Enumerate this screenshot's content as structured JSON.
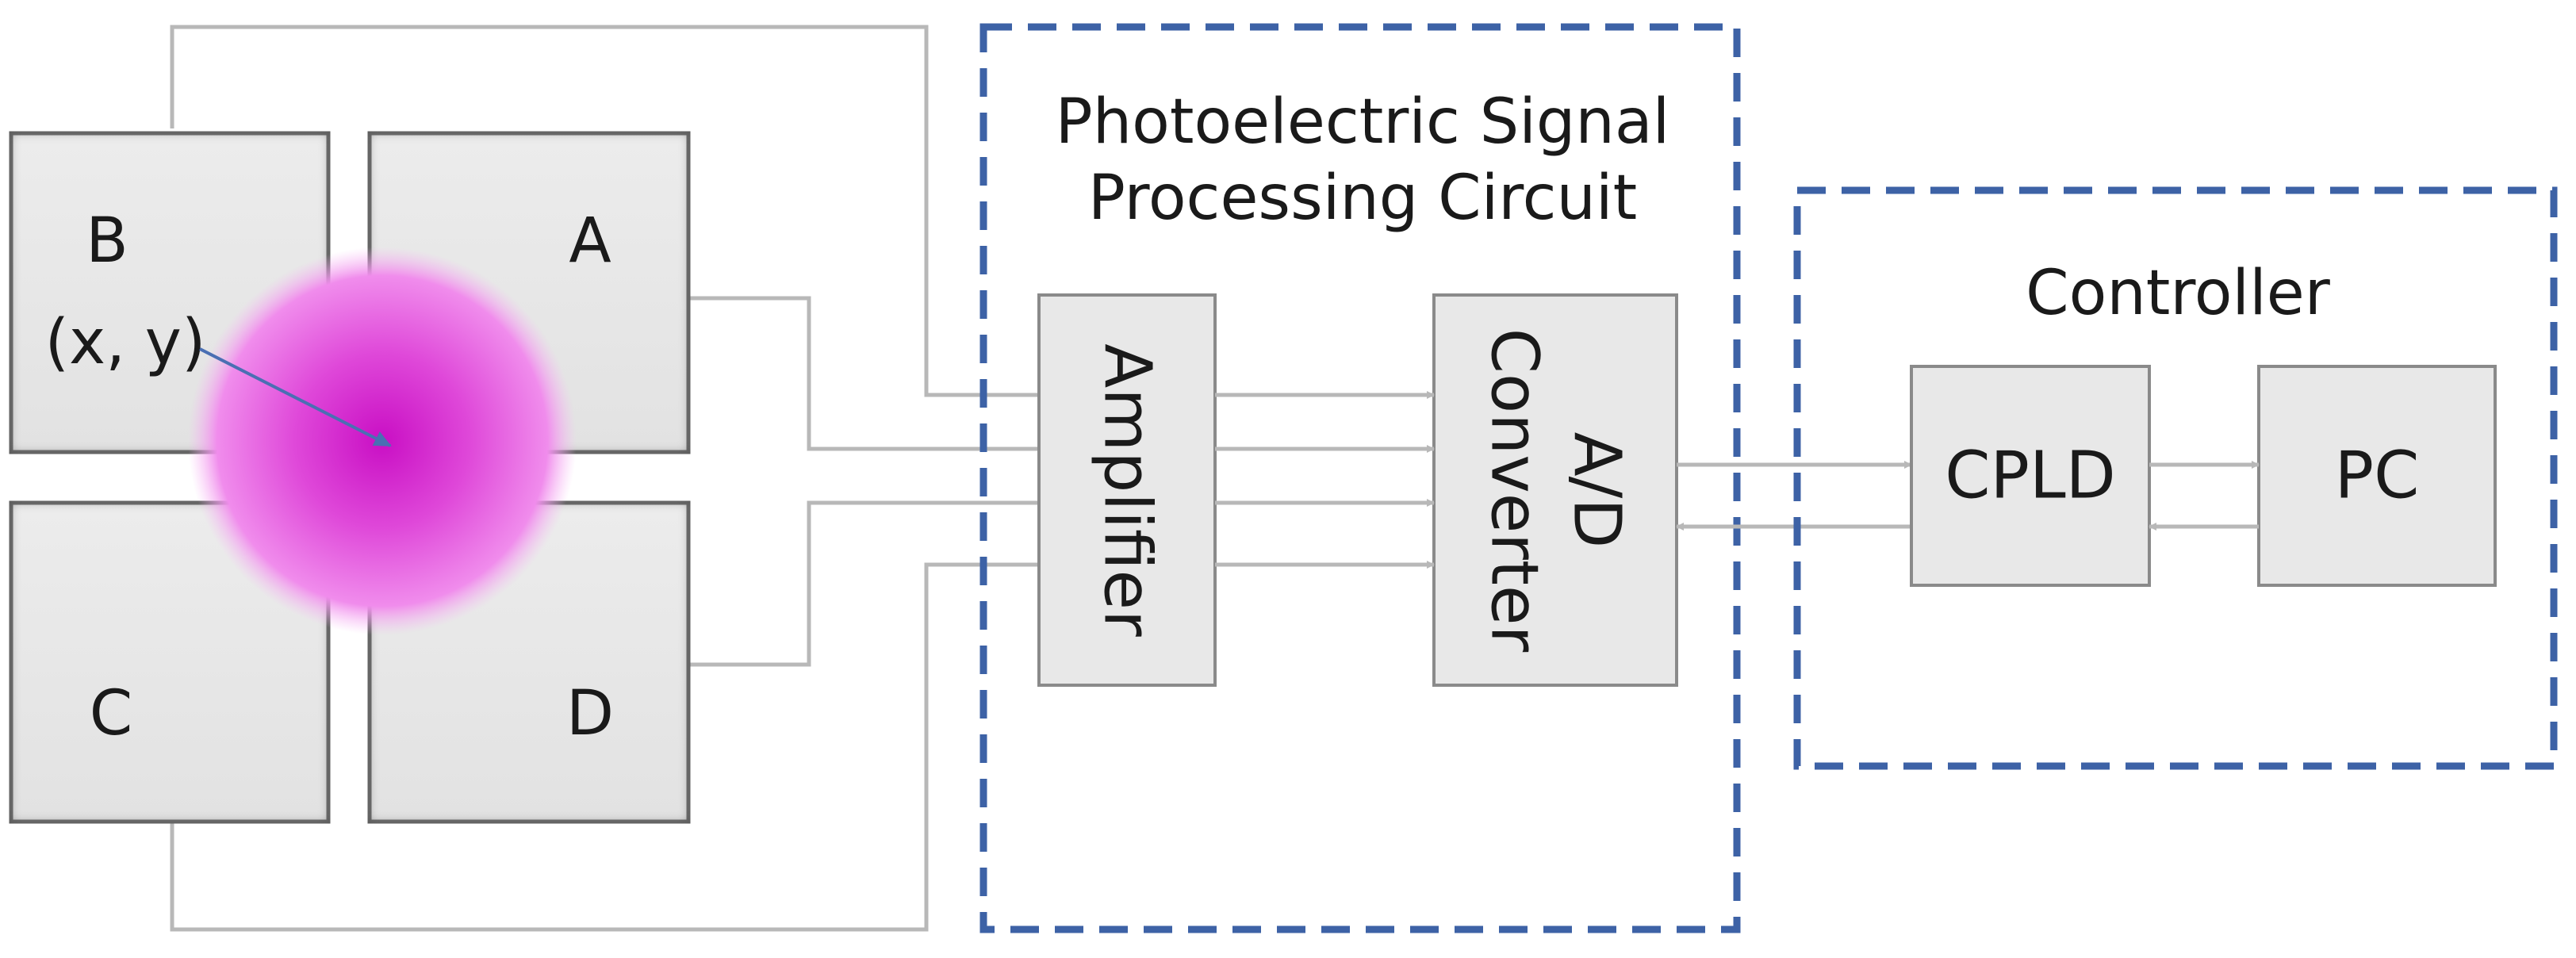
{
  "detector": {
    "quadrants": {
      "a": "A",
      "b": "B",
      "c": "C",
      "d": "D"
    },
    "spot_label": "(x, y)"
  },
  "groups": {
    "signal_processing": {
      "title_line1": "Photoelectric Signal",
      "title_line2": "Processing Circuit"
    },
    "controller": {
      "title": "Controller"
    }
  },
  "blocks": {
    "amplifier": "Amplifier",
    "converter_line1": "A/D",
    "converter_line2": "Converter",
    "cpld": "CPLD",
    "pc": "PC"
  },
  "colors": {
    "frame": "#3d62a6",
    "spot": "#cc14c6",
    "block_fill": "#e8e8e8",
    "wire": "#b8b8b8"
  }
}
